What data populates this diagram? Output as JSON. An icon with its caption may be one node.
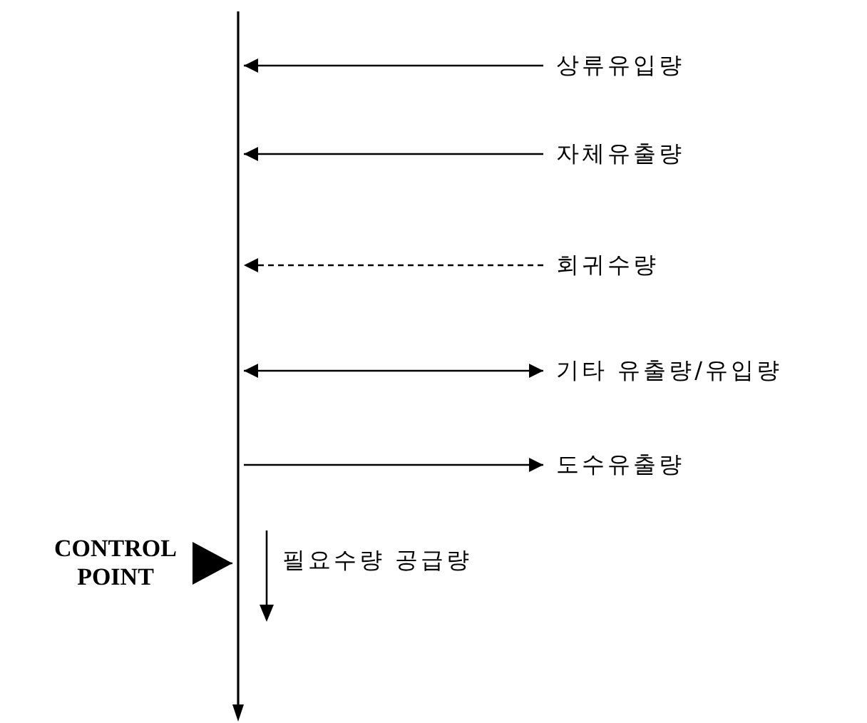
{
  "diagram": {
    "nodes": [
      {
        "text": [],
        "shape": "bar"
      },
      {
        "text": [
          "상류유입량"
        ]
      },
      {
        "text": [
          "자체유출량"
        ]
      },
      {
        "text": [
          "회귀수량"
        ]
      },
      {
        "text": [
          "기타 유출량/유입량"
        ]
      },
      {
        "text": [
          "도수유출량"
        ]
      },
      {
        "text": [
          "CONTROL POINT"
        ]
      }
    ],
    "edges": [
      {
        "from": 1,
        "to": 0,
        "arrow": "to"
      },
      {
        "from": 2,
        "to": 0,
        "arrow": "to"
      },
      {
        "from": 3,
        "to": 0,
        "arrow": "to",
        "style": "dashed"
      },
      {
        "from": 0,
        "to": 4,
        "arrow": "both"
      },
      {
        "from": 0,
        "to": 5,
        "arrow": "to"
      },
      {
        "from": 6,
        "to": 0,
        "arrow": "to"
      }
    ],
    "labels": [
      "필요수량 공급량"
    ]
  }
}
